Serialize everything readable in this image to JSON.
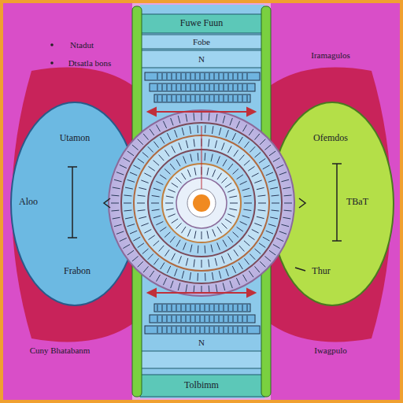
{
  "diagram": {
    "nodes": [
      {
        "text": [
          "Fuwe Fuun",
          "Fobe",
          "N",
          "N",
          "Tolbimm"
        ]
      },
      {
        "text": [
          "Utamon",
          "Aloo",
          "Frabon"
        ]
      },
      {
        "text": [
          "Ofemdos",
          "TBaT",
          "Thur"
        ]
      }
    ],
    "labels": [
      "Ntadut",
      "Dtsatla bons",
      "Iramagulos",
      "Cuny Bhatabanm",
      "Iwagpulo"
    ]
  }
}
